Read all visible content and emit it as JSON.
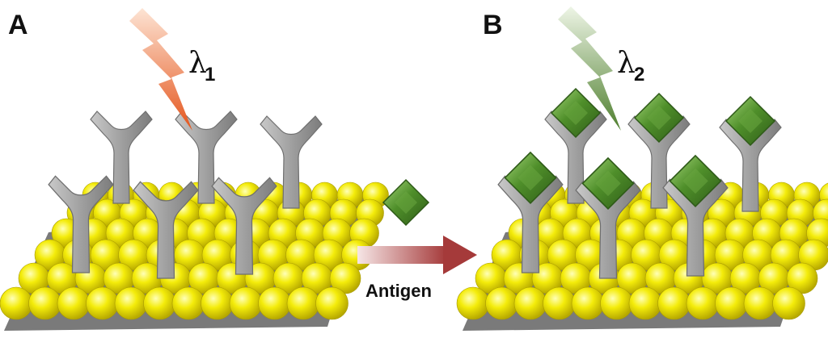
{
  "panels": [
    {
      "label": "A",
      "symbol": "λ",
      "subscript": "1",
      "light_color": "#e8622a"
    },
    {
      "label": "B",
      "symbol": "λ",
      "subscript": "2",
      "light_color": "#5e8c3c"
    }
  ],
  "transition": {
    "label": "Antigen"
  },
  "colors": {
    "particle": "#f2ea00",
    "substrate": "#7a7a7a",
    "antibody": "#9a9a9a",
    "antigen": "#4e8d2a",
    "arrow": "#a53a3a"
  }
}
